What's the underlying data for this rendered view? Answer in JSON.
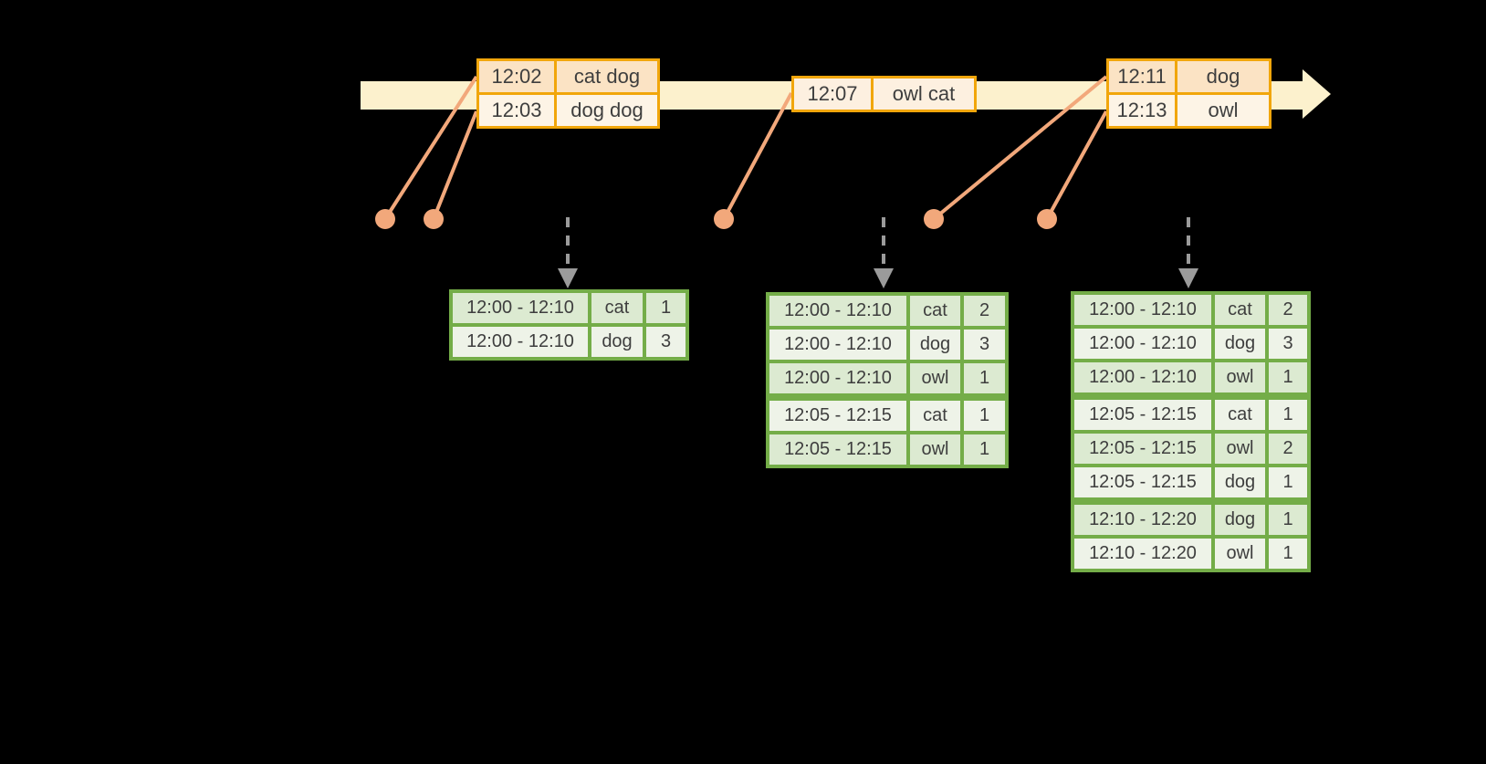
{
  "diagram": {
    "kind": "windowed-stream-aggregation-diagram"
  },
  "colors": {
    "background": "#000000",
    "timeline_band": "#fcf1cd",
    "event_border": "#f1a60b",
    "event_row_dark": "#fbe3c4",
    "event_row_light": "#fdf4e6",
    "event_row_mid": "#fdf0e0",
    "connector": "#f2a87b",
    "result_border": "#74ad48",
    "result_row_dark": "#dcead1",
    "result_row_light": "#eef3e8",
    "trigger_arrow": "#9b9b9b",
    "text": "#3e3e3e"
  },
  "timeline": {
    "events": [
      {
        "rows": [
          {
            "time": "12:02",
            "words": "cat dog"
          },
          {
            "time": "12:03",
            "words": "dog dog"
          }
        ]
      },
      {
        "rows": [
          {
            "time": "12:07",
            "words": "owl cat"
          }
        ]
      },
      {
        "rows": [
          {
            "time": "12:11",
            "words": "dog"
          },
          {
            "time": "12:13",
            "words": "owl"
          }
        ]
      }
    ]
  },
  "result_tables": [
    {
      "rows": [
        {
          "window": "12:00 - 12:10",
          "word": "cat",
          "count": "1"
        },
        {
          "window": "12:00 - 12:10",
          "word": "dog",
          "count": "3"
        }
      ]
    },
    {
      "rows": [
        {
          "window": "12:00 - 12:10",
          "word": "cat",
          "count": "2"
        },
        {
          "window": "12:00 - 12:10",
          "word": "dog",
          "count": "3"
        },
        {
          "window": "12:00 - 12:10",
          "word": "owl",
          "count": "1"
        },
        {
          "window": "12:05 - 12:15",
          "word": "cat",
          "count": "1"
        },
        {
          "window": "12:05 - 12:15",
          "word": "owl",
          "count": "1"
        }
      ]
    },
    {
      "rows": [
        {
          "window": "12:00 - 12:10",
          "word": "cat",
          "count": "2"
        },
        {
          "window": "12:00 - 12:10",
          "word": "dog",
          "count": "3"
        },
        {
          "window": "12:00 - 12:10",
          "word": "owl",
          "count": "1"
        },
        {
          "window": "12:05 - 12:15",
          "word": "cat",
          "count": "1"
        },
        {
          "window": "12:05 - 12:15",
          "word": "owl",
          "count": "2"
        },
        {
          "window": "12:05 - 12:15",
          "word": "dog",
          "count": "1"
        },
        {
          "window": "12:10 - 12:20",
          "word": "dog",
          "count": "1"
        },
        {
          "window": "12:10 - 12:20",
          "word": "owl",
          "count": "1"
        }
      ]
    }
  ]
}
